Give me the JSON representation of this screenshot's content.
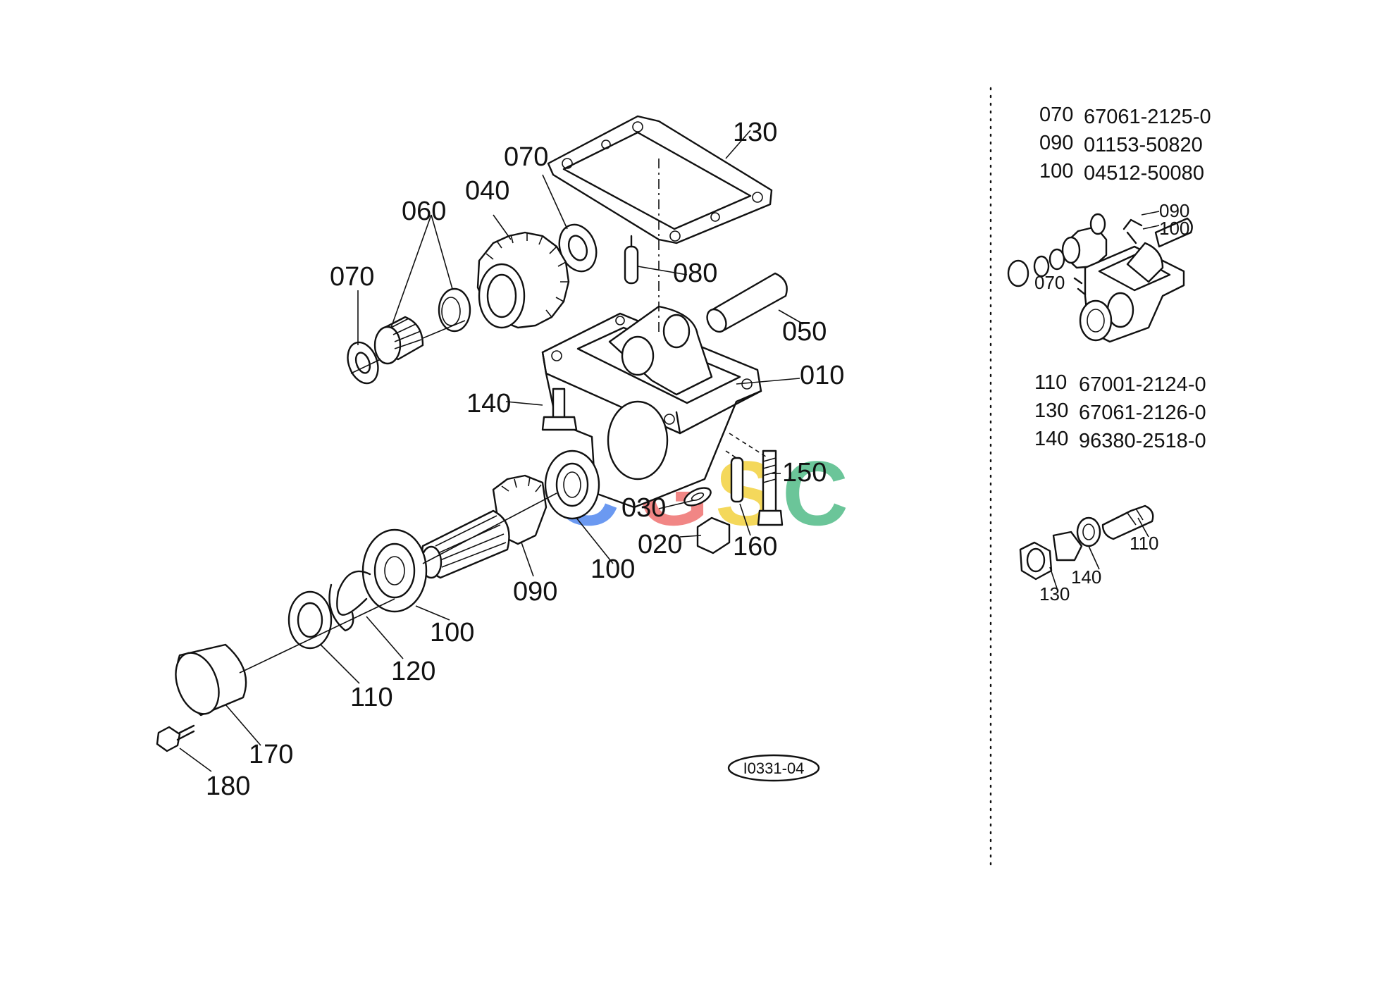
{
  "diagram": {
    "reference_code": "I0331-04",
    "watermark": {
      "letters": [
        "C",
        "G",
        "S",
        "C"
      ],
      "colors": [
        "#5b8ff0",
        "#f07a78",
        "#f3d44a",
        "#5cbf8f"
      ]
    },
    "callouts": [
      {
        "id": "c130",
        "text": "130"
      },
      {
        "id": "c070a",
        "text": "070"
      },
      {
        "id": "c040",
        "text": "040"
      },
      {
        "id": "c060",
        "text": "060"
      },
      {
        "id": "c070b",
        "text": "070"
      },
      {
        "id": "c080",
        "text": "080"
      },
      {
        "id": "c050",
        "text": "050"
      },
      {
        "id": "c010",
        "text": "010"
      },
      {
        "id": "c140",
        "text": "140"
      },
      {
        "id": "c150",
        "text": "150"
      },
      {
        "id": "c030",
        "text": "030"
      },
      {
        "id": "c020",
        "text": "020"
      },
      {
        "id": "c160",
        "text": "160"
      },
      {
        "id": "c100a",
        "text": "100"
      },
      {
        "id": "c090",
        "text": "090"
      },
      {
        "id": "c100b",
        "text": "100"
      },
      {
        "id": "c120",
        "text": "120"
      },
      {
        "id": "c110",
        "text": "110"
      },
      {
        "id": "c170",
        "text": "170"
      },
      {
        "id": "c180",
        "text": "180"
      }
    ]
  },
  "parts_table": {
    "group1": [
      {
        "ref": "070",
        "part_number": "67061-2125-0"
      },
      {
        "ref": "090",
        "part_number": "01153-50820"
      },
      {
        "ref": "100",
        "part_number": "04512-50080"
      }
    ],
    "group2": [
      {
        "ref": "110",
        "part_number": "67001-2124-0"
      },
      {
        "ref": "130",
        "part_number": "67061-2126-0"
      },
      {
        "ref": "140",
        "part_number": "96380-2518-0"
      }
    ]
  },
  "inset1_labels": [
    {
      "id": "i090",
      "text": "090"
    },
    {
      "id": "i100",
      "text": "100"
    },
    {
      "id": "i070",
      "text": "070"
    }
  ],
  "inset2_labels": [
    {
      "id": "i110",
      "text": "110"
    },
    {
      "id": "i140",
      "text": "140"
    },
    {
      "id": "i130",
      "text": "130"
    }
  ]
}
